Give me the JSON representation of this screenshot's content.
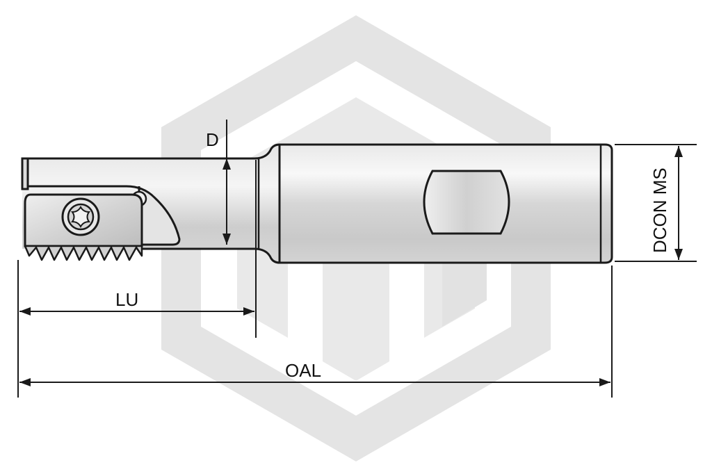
{
  "dimensions": {
    "d_label": "D",
    "lu_label": "LU",
    "oal_label": "OAL",
    "dcon_label": "DCON MS"
  },
  "watermark": {
    "icon": "hexagon-logo-watermark",
    "color": "#e6e6e6"
  },
  "colors": {
    "outline": "#1a1a1a",
    "body_fill": "#d9d9d9",
    "highlight": "#f7f7f7"
  }
}
